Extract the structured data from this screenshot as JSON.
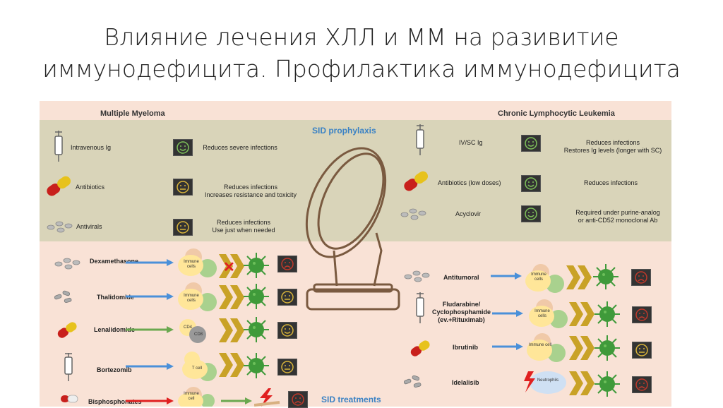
{
  "slide": {
    "title_line1": "Влияние лечения ХЛЛ и ММ на разивитие",
    "title_line2": "иммунодефицита. Профилактика иммунодефицита"
  },
  "diagram": {
    "left_header": "Multiple Myeloma",
    "right_header": "Chronic Lymphocytic Leukemia",
    "prophylaxis_label": "SID prophylaxis",
    "treatments_label": "SID treatments",
    "mm_prophylaxis": [
      {
        "drug": "Intravenous Ig",
        "effect_line1": "Reduces severe infections",
        "effect_line2": "",
        "face": "happy"
      },
      {
        "drug": "Antibiotics",
        "effect_line1": "Reduces infections",
        "effect_line2": "Increases resistance and toxicity",
        "face": "neutral"
      },
      {
        "drug": "Antivirals",
        "effect_line1": "Reduces infections",
        "effect_line2": "Use just when needed",
        "face": "neutral"
      }
    ],
    "cll_prophylaxis": [
      {
        "drug": "IV/SC Ig",
        "effect_line1": "Reduces infections",
        "effect_line2": "Restores Ig levels (longer with SC)",
        "face": "happy"
      },
      {
        "drug": "Antibiotics (low doses)",
        "effect_line1": "Reduces infections",
        "effect_line2": "",
        "face": "happy"
      },
      {
        "drug": "Acyclovir",
        "effect_line1": "Required under purine-analog",
        "effect_line2": "or anti-CD52 monoclonal Ab",
        "face": "happy"
      }
    ],
    "mm_treatments": [
      {
        "drug": "Dexamethasone",
        "cell_label": "Immune cells",
        "arrow_color": "#4a90d9",
        "face": "sad"
      },
      {
        "drug": "Thalidomide",
        "cell_label": "Immune cells",
        "arrow_color": "#4a90d9",
        "face": "neutral"
      },
      {
        "drug": "Lenalidomide",
        "cell_label_a": "CD4",
        "cell_label_b": "CD8",
        "arrow_color": "#6aa84f",
        "face": "happy"
      },
      {
        "drug": "Bortezomib",
        "cell_label": "T cell",
        "arrow_color": "#4a90d9",
        "face": "neutral"
      },
      {
        "drug": "Bisphosphonates",
        "cell_label": "Immune cell",
        "arrow_color": "#e02020",
        "face": "sad"
      }
    ],
    "cll_treatments": [
      {
        "drug": "Antitumoral",
        "cell_label": "Immune cells",
        "face": "sad"
      },
      {
        "drug_line1": "Fludarabine/",
        "drug_line2": "Cyclophosphamide",
        "drug_line3": "(ev.+Rituximab)",
        "cell_label": "Immune cells",
        "face": "sad"
      },
      {
        "drug": "Ibrutinib",
        "cell_label": "Immune cell",
        "face": "neutral"
      },
      {
        "drug": "Idelalisib",
        "cell_label": "Neutrophils",
        "face": "sad"
      }
    ],
    "colors": {
      "panel": "#f9e2d6",
      "band": "#d9d4b9",
      "accent": "#3b82c4",
      "chevron": "#c9a227",
      "virus": "#3f9a3a"
    }
  }
}
